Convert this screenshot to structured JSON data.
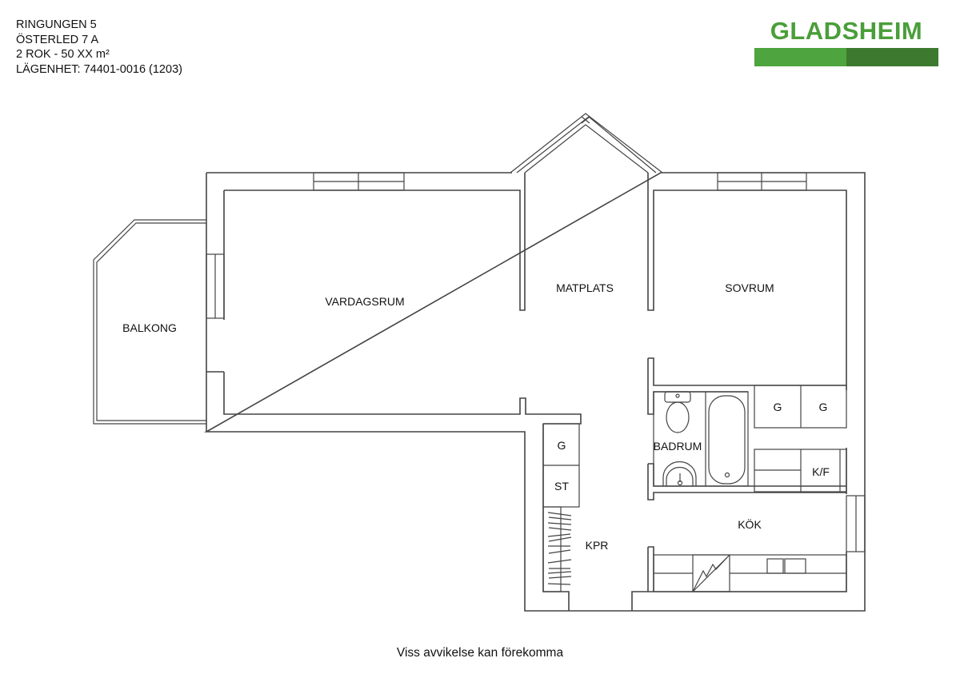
{
  "header": {
    "lines": [
      "RINGUNGEN 5",
      "ÖSTERLED 7 A",
      "2 ROK - 50 XX m²",
      "LÄGENHET:  74401-0016 (1203)"
    ]
  },
  "logo": {
    "text": "GLADSHEIM",
    "text_color": "#4a9e3a",
    "bar_left_color": "#4ea43e",
    "bar_right_color": "#3d7a2f"
  },
  "rooms": {
    "balkong": "BALKONG",
    "vardagsrum": "VARDAGSRUM",
    "matplats": "MATPLATS",
    "sovrum": "SOVRUM",
    "badrum": "BADRUM",
    "kok": "KÖK",
    "kpr": "KPR"
  },
  "fixtures": {
    "wardrobe_1": "G",
    "wardrobe_2": "G",
    "wardrobe_hall": "G",
    "storage": "ST",
    "fridge_freezer": "K/F"
  },
  "footer": {
    "note": "Viss avvikelse kan förekomma"
  }
}
